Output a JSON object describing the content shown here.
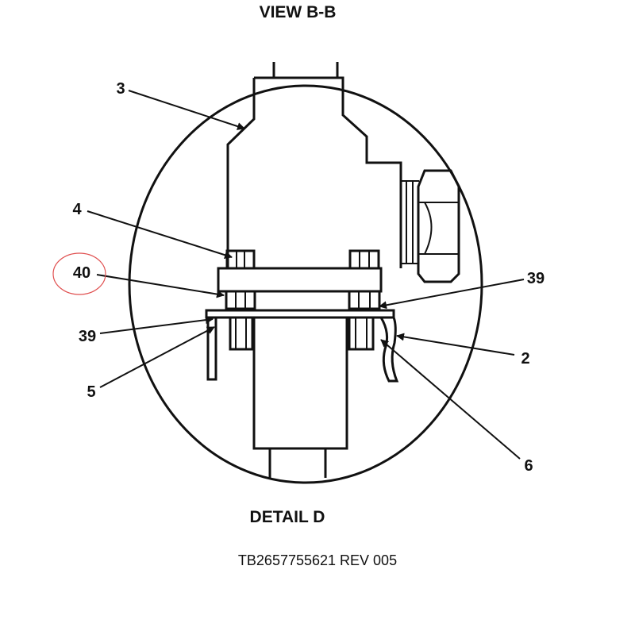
{
  "title": "VIEW B-B",
  "detail_label": "DETAIL D",
  "reference": "TB2657755621 REV 005",
  "highlight_color": "#e05050",
  "callouts": [
    {
      "id": "3",
      "text": "3"
    },
    {
      "id": "4",
      "text": "4"
    },
    {
      "id": "40",
      "text": "40",
      "highlighted": true
    },
    {
      "id": "39a",
      "text": "39"
    },
    {
      "id": "5",
      "text": "5"
    },
    {
      "id": "39b",
      "text": "39"
    },
    {
      "id": "2",
      "text": "2"
    },
    {
      "id": "6",
      "text": "6"
    }
  ]
}
